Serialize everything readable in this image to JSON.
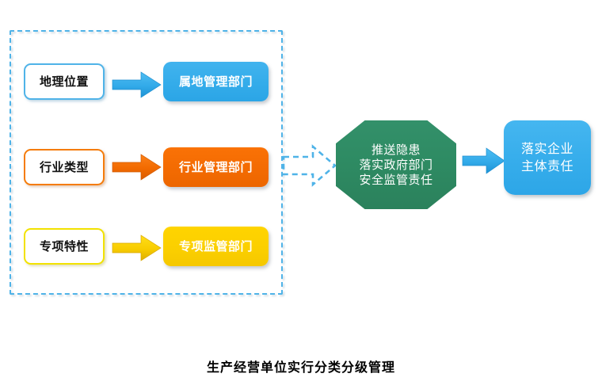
{
  "diagram": {
    "caption": "生产经营单位实行分类分级管理",
    "group": {
      "name": "classification-criteria-group",
      "border_color": "#4FB3E8",
      "border_style": "dashed"
    },
    "rows": [
      {
        "criterion": "地理位置",
        "department": "属地管理部门",
        "color": "#34ACEA",
        "arrow_color": "#34ACEA"
      },
      {
        "criterion": "行业类型",
        "department": "行业管理部门",
        "color": "#F36B02",
        "arrow_color": "#F36B02"
      },
      {
        "criterion": "专项特性",
        "department": "专项监管部门",
        "color": "#FBCF00",
        "arrow_color": "#FBCF00"
      }
    ],
    "dashed_arrow": {
      "name": "dashed-flow-arrow",
      "color": "#4FB3E8"
    },
    "octagon": {
      "lines": [
        "推送隐患",
        "落实政府部门",
        "安全监管责任"
      ],
      "fill": "#2E8B63",
      "text_color": "#FFFFFF"
    },
    "final_arrow": {
      "name": "octagon-to-outcome-arrow",
      "color": "#34ACEA"
    },
    "outcome": {
      "lines": [
        "落实企业",
        "主体责任"
      ],
      "fill": "#36ADEB",
      "text_color": "#FFFFFF"
    }
  }
}
